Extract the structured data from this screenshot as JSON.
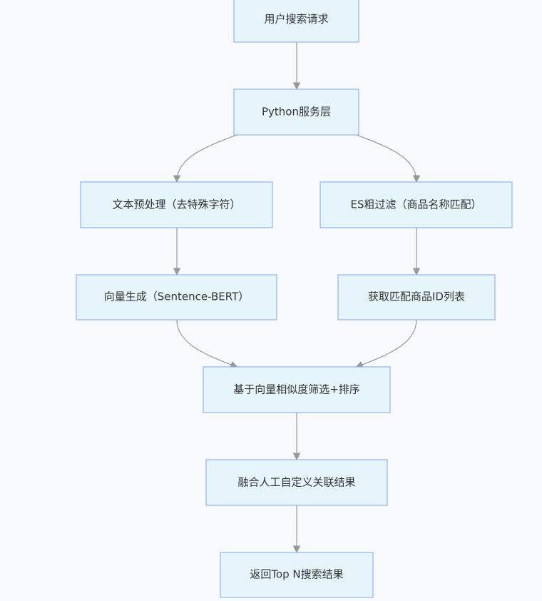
{
  "diagram": {
    "nodes": {
      "user_request": "用户搜索请求",
      "python_service": "Python服务层",
      "text_preprocess": "文本预处理（去特殊字符）",
      "es_filter": "ES粗过滤（商品名称匹配）",
      "vector_gen": "向量生成（Sentence-BERT）",
      "get_ids": "获取匹配商品ID列表",
      "similarity_rank": "基于向量相似度筛选+排序",
      "merge_manual": "融合人工自定义关联结果",
      "return_topn": "返回Top N搜索结果"
    },
    "edges": [
      [
        "user_request",
        "python_service"
      ],
      [
        "python_service",
        "text_preprocess"
      ],
      [
        "python_service",
        "es_filter"
      ],
      [
        "text_preprocess",
        "vector_gen"
      ],
      [
        "es_filter",
        "get_ids"
      ],
      [
        "vector_gen",
        "similarity_rank"
      ],
      [
        "get_ids",
        "similarity_rank"
      ],
      [
        "similarity_rank",
        "merge_manual"
      ],
      [
        "merge_manual",
        "return_topn"
      ]
    ],
    "colors": {
      "node_fill": "#e6f4fc",
      "node_border": "#8fb4f0",
      "edge": "#999999",
      "text": "#333333",
      "background": "#f8f9fc"
    }
  }
}
